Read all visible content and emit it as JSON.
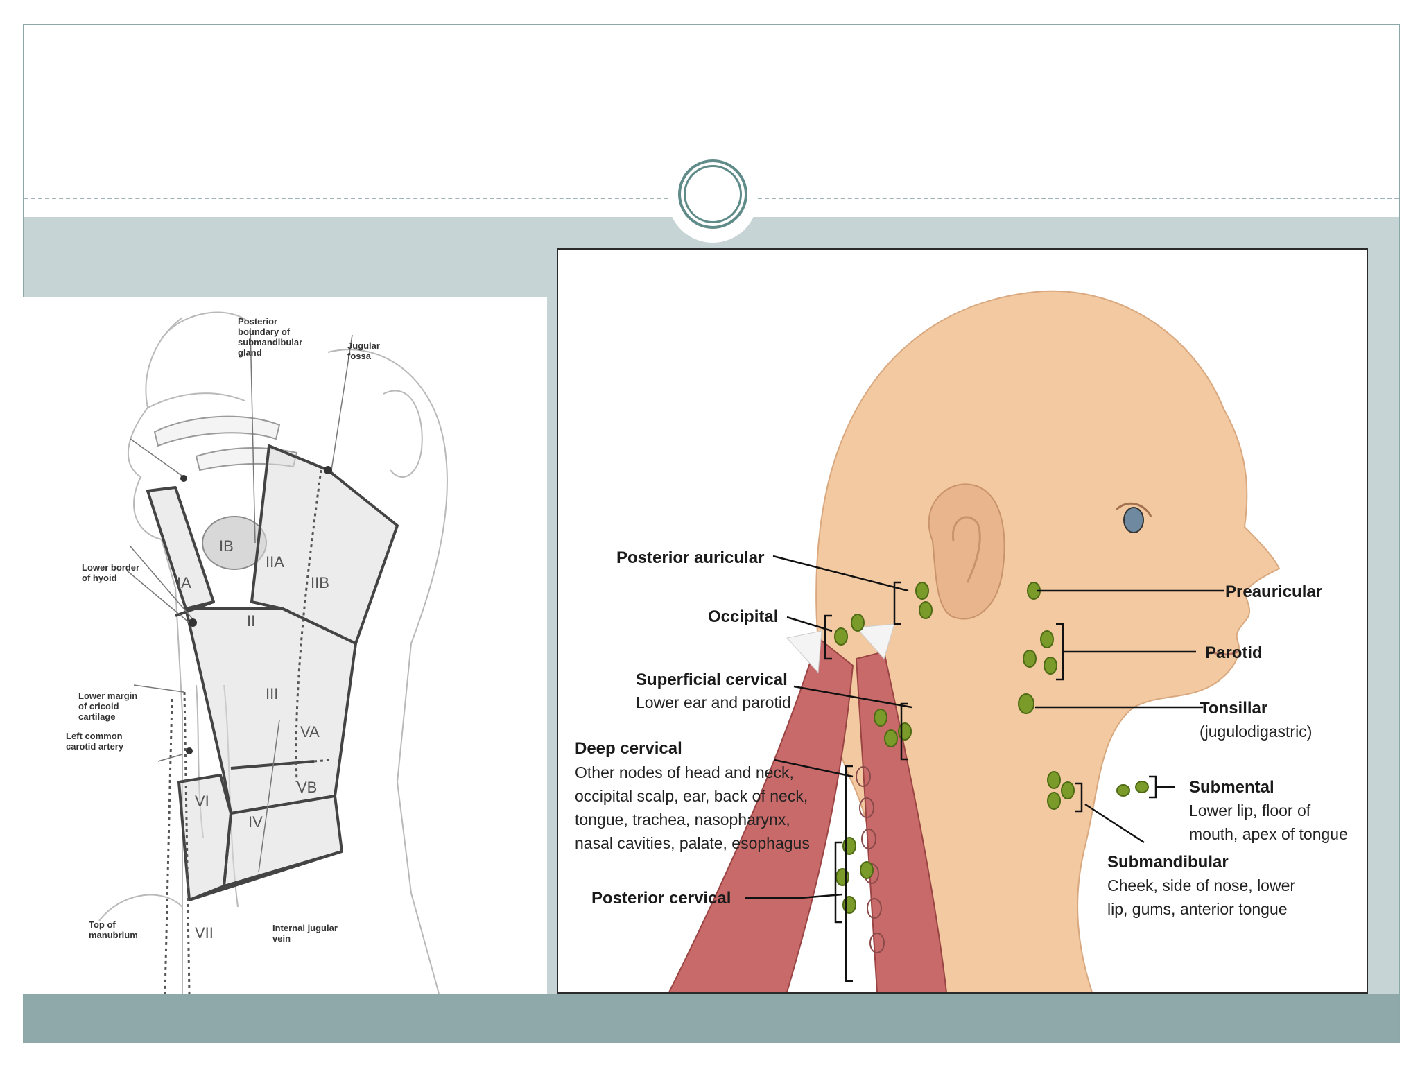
{
  "left_diagram": {
    "labels": {
      "posterior_boundary": [
        "Posterior",
        "boundary of",
        "submandibular",
        "gland"
      ],
      "jugular_fossa": [
        "Jugular",
        "fossa"
      ],
      "lower_border_hyoid": [
        "Lower border",
        "of hyoid"
      ],
      "lower_margin_cricoid": [
        "Lower margin",
        "of cricoid",
        "cartilage"
      ],
      "left_common_carotid": [
        "Left common",
        "carotid artery"
      ],
      "top_of_manubrium": [
        "Top of",
        "manubrium"
      ],
      "internal_jugular_vein": [
        "Internal jugular",
        "vein"
      ]
    },
    "zones": {
      "IA": "IA",
      "IB": "IB",
      "IIA": "IIA",
      "IIB": "IIB",
      "II": "II",
      "III": "III",
      "VA": "VA",
      "VB": "VB",
      "IV": "IV",
      "VI": "VI",
      "VII": "VII"
    }
  },
  "right_diagram": {
    "labels": {
      "posterior_auricular": "Posterior auricular",
      "occipital": "Occipital",
      "superficial_cervical": "Superficial cervical",
      "superficial_cervical_desc": "Lower ear and parotid",
      "deep_cervical": "Deep cervical",
      "deep_cervical_desc": [
        "Other nodes of head and neck,",
        "occipital scalp, ear, back of neck,",
        "tongue, trachea, nasopharynx,",
        "nasal cavities, palate, esophagus"
      ],
      "posterior_cervical": "Posterior cervical",
      "preauricular": "Preauricular",
      "parotid": "Parotid",
      "tonsillar": "Tonsillar",
      "tonsillar_desc": "(jugulodigastric)",
      "submental": "Submental",
      "submental_desc": [
        "Lower lip, floor of",
        "mouth, apex of tongue"
      ],
      "submandibular": "Submandibular",
      "submandibular_desc": [
        "Cheek, side of nose, lower",
        "lip, gums, anterior tongue"
      ]
    }
  },
  "colors": {
    "frame": "#8aa8a7",
    "band": "#c7d4d6",
    "bottom_bar": "#8fa9aa",
    "skin": "#f2c9a0",
    "node": "#7a9a2a",
    "muscle": "#c86a6a"
  }
}
